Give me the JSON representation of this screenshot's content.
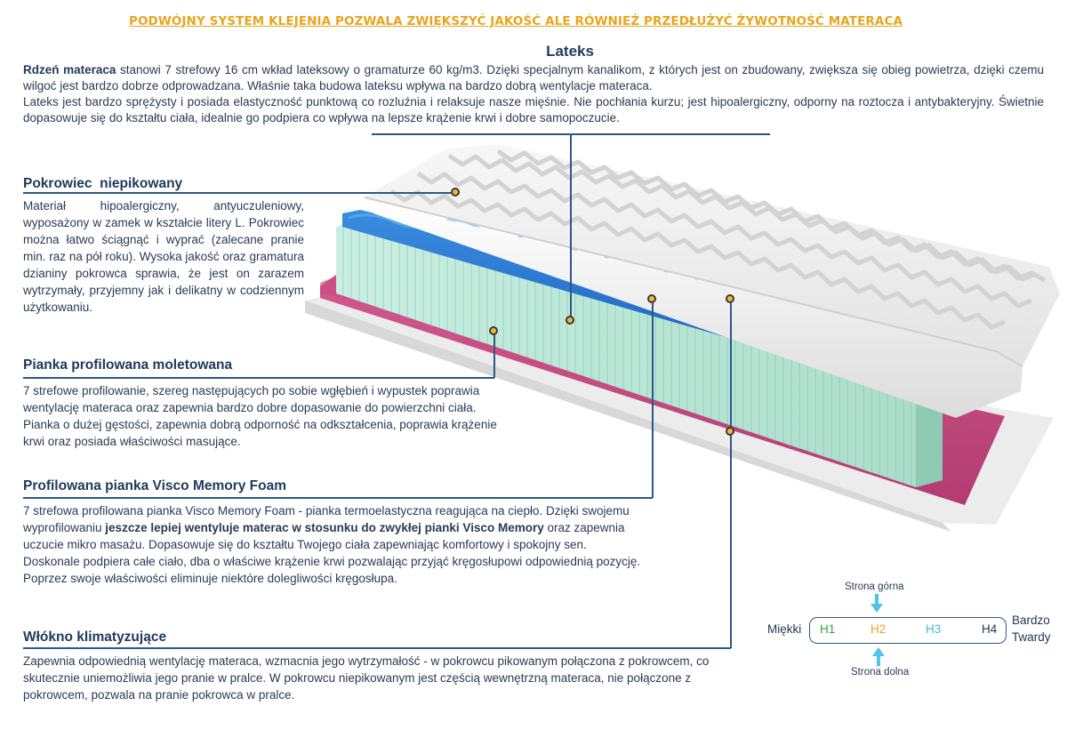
{
  "banner": "PODWÓJNY SYSTEM KLEJENIA POZWALA ZWIĘKSZYĆ JAKOŚĆ ALE RÓWNIEŻ PRZEDŁUŻYĆ ŻYWOTNOŚĆ MATERACA",
  "latex": {
    "title": "Lateks",
    "lead_bold": "Rdzeń materaca",
    "lead_rest": " stanowi 7 strefowy 16 cm wkład lateksowy o gramaturze 60 kg/m3. Dzięki specjalnym kanalikom, z których jest on zbudowany, zwiększa się obieg powietrza, dzięki czemu wilgoć jest bardzo dobrze odprowadzana. Właśnie taka budowa lateksu wpływa na bardzo dobrą wentylacje materaca.",
    "para2": "Lateks jest bardzo sprężysty i posiada elastyczność punktową co rozluźnia i relaksuje nasze mięśnie. Nie pochłania kurzu; jest hipoalergiczny, odporny na roztocza i antybakteryjny. Świetnie dopasowuje się do kształtu ciała, idealnie go podpiera co wpływa na lepsze krążenie krwi i dobre samopoczucie."
  },
  "sections": {
    "cover": {
      "title": "Pokrowiec  niepikowany",
      "text": "Materiał hipoalergiczny, antyuczuleniowy, wyposażony w zamek w kształcie litery L. Pokrowiec można łatwo ściągnąć i wyprać (zalecane pranie min.  raz na pół roku). Wysoka jakość oraz gramatura dzianiny pokrowca sprawia, że jest on zarazem wytrzymały, przyjemny jak i delikatny w codziennym użytkowaniu."
    },
    "foam": {
      "title": "Pianka profilowana moletowana",
      "text": "7 strefowe profilowanie, szereg następujących po sobie wgłębień i wypustek poprawia wentylację materaca oraz zapewnia bardzo dobre dopasowanie do powierzchni ciała. Pianka o dużej gęstości, zapewnia dobrą odporność na odkształcenia, poprawia krążenie krwi oraz posiada właściwości masujące."
    },
    "visco": {
      "title": "Profilowana pianka Visco Memory Foam",
      "text_a": "7 strefowa profilowana pianka Visco Memory Foam - pianka termoelastyczna reagująca na ciepło. Dzięki swojemu wyprofilowaniu ",
      "text_bold": "jeszcze lepiej wentyluje materac w stosunku do zwykłej pianki Visco Memory",
      "text_b": " oraz zapewnia uczucie mikro masażu. Dopasowuje się do kształtu Twojego ciała zapewniając komfortowy i spokojny sen. Doskonale podpiera całe ciało, dba o właściwe krążenie krwi pozwalając przyjąć kręgosłupowi odpowiednią pozycję. Poprzez swoje właściwości eliminuje niektóre dolegliwości kręgosłupa."
    },
    "fiber": {
      "title": "Włókno klimatyzujące",
      "text": "Zapewnia odpowiednią wentylację materaca, wzmacnia jego wytrzymałość - w pokrowcu pikowanym połączona z pokrowcem, co skutecznie uniemożliwia jego pranie w pralce. W pokrowcu niepikowanym jest częścią wewnętrzną materaca, nie połączone z pokrowcem, pozwala na pranie pokrowca w pralce."
    }
  },
  "firmness": {
    "top_label": "Strona górna",
    "bottom_label": "Strona dolna",
    "soft_label": "Miękki",
    "hard_label_1": "Bardzo",
    "hard_label_2": "Twardy",
    "levels": [
      {
        "label": "H1",
        "color": "#3aa63a"
      },
      {
        "label": "H2",
        "color": "#e8a51c"
      },
      {
        "label": "H3",
        "color": "#47b8d8"
      },
      {
        "label": "H4",
        "color": "#1f3550"
      }
    ],
    "arrow_color": "#4fc3e8"
  }
}
